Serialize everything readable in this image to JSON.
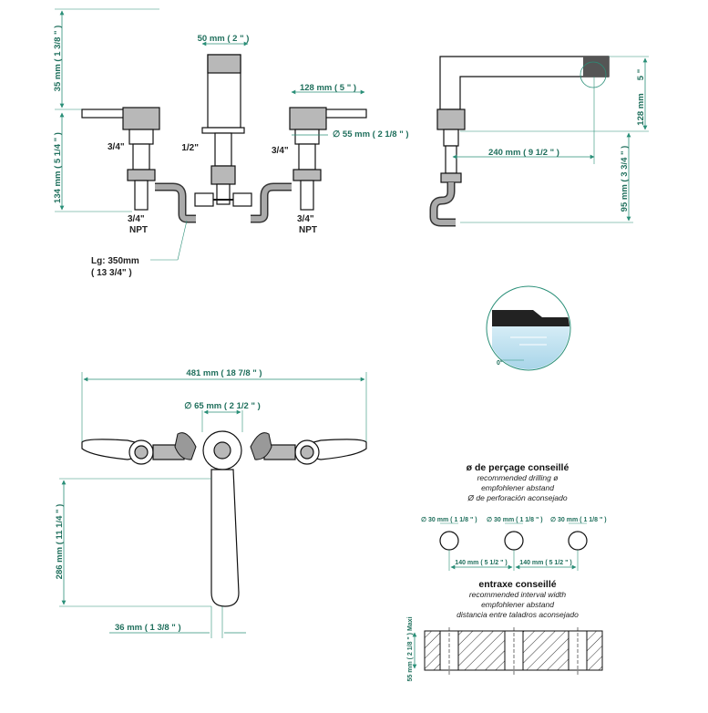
{
  "top_view": {
    "dim_height_total": "35 mm ( 1 3/8 \" )",
    "dim_body_height": "134 mm ( 5 1/4 \" )",
    "dim_spout_width": "50 mm ( 2 \" )",
    "dim_handle_width": "128 mm ( 5 \" )",
    "dim_flange": "∅ 55 mm ( 2 1/8 \" )",
    "label_34_left": "3/4\"",
    "label_34_right": "3/4\"",
    "label_12": "1/2\"",
    "label_npt_left_1": "3/4\"",
    "label_npt_left_2": "NPT",
    "label_npt_right_1": "3/4\"",
    "label_npt_right_2": "NPT",
    "label_lg_1": "Lg: 350mm",
    "label_lg_2": "( 13 3/4\" )"
  },
  "side_view": {
    "dim_spout_height": "5 \"",
    "dim_spout_height_mm": "128 mm",
    "dim_reach": "240 mm ( 9 1/2 \" )",
    "dim_depth": "95 mm ( 3 3/4 \" )"
  },
  "detail_view": {
    "dim_angle": "0°"
  },
  "plan_view": {
    "dim_overall": "481 mm ( 18 7/8 \" )",
    "dim_flange": "∅ 65 mm ( 2 1/2 \" )",
    "dim_height": "286 mm ( 11 1/4 \" )",
    "dim_offset": "36 mm ( 1 3/8 \" )"
  },
  "drilling": {
    "title": "ø de perçage conseillé",
    "sub1": "recommended drilling ø",
    "sub2": "empfohlener abstand",
    "sub3": "Ø de perforación aconsejado",
    "hole1": "∅ 30 mm ( 1 1/8 \" )",
    "hole2": "∅ 30 mm ( 1 1/8 \" )",
    "hole3": "∅ 30 mm ( 1 1/8 \" )",
    "spacing1": "140 mm ( 5 1/2 \" )",
    "spacing2": "140 mm ( 5 1/2 \" )"
  },
  "interval": {
    "title": "entraxe conseillé",
    "sub1": "recommended interval width",
    "sub2": "empfohlener abstand",
    "sub3": "distancia entre taladros aconsejado",
    "dim_thickness": "55 mm ( 2 1/8 \" ) Maxi"
  },
  "colors": {
    "dimension": "#1f6f5c",
    "outline": "#111111",
    "water": "#bfe3f0"
  }
}
